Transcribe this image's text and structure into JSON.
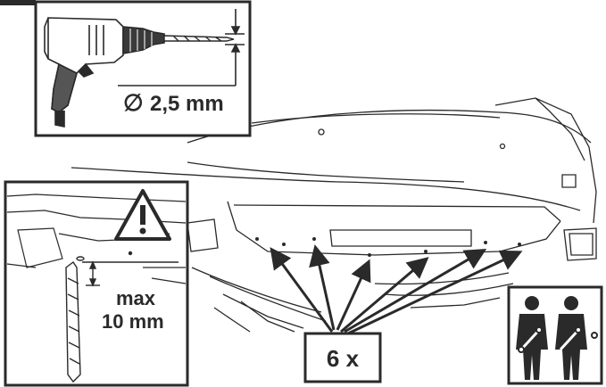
{
  "drill_panel": {
    "diameter_symbol": "∅",
    "diameter_text": "2,5 mm"
  },
  "depth_panel": {
    "warning_icon": "warning-triangle-icon",
    "depth_line1": "max",
    "depth_line2": "10 mm"
  },
  "callout": {
    "count_text": "6 x"
  },
  "workers_icon": "two-mechanics-icon",
  "colors": {
    "line": "#2a2a2a",
    "panel_border": "#2a2a2a",
    "background": "#ffffff"
  }
}
